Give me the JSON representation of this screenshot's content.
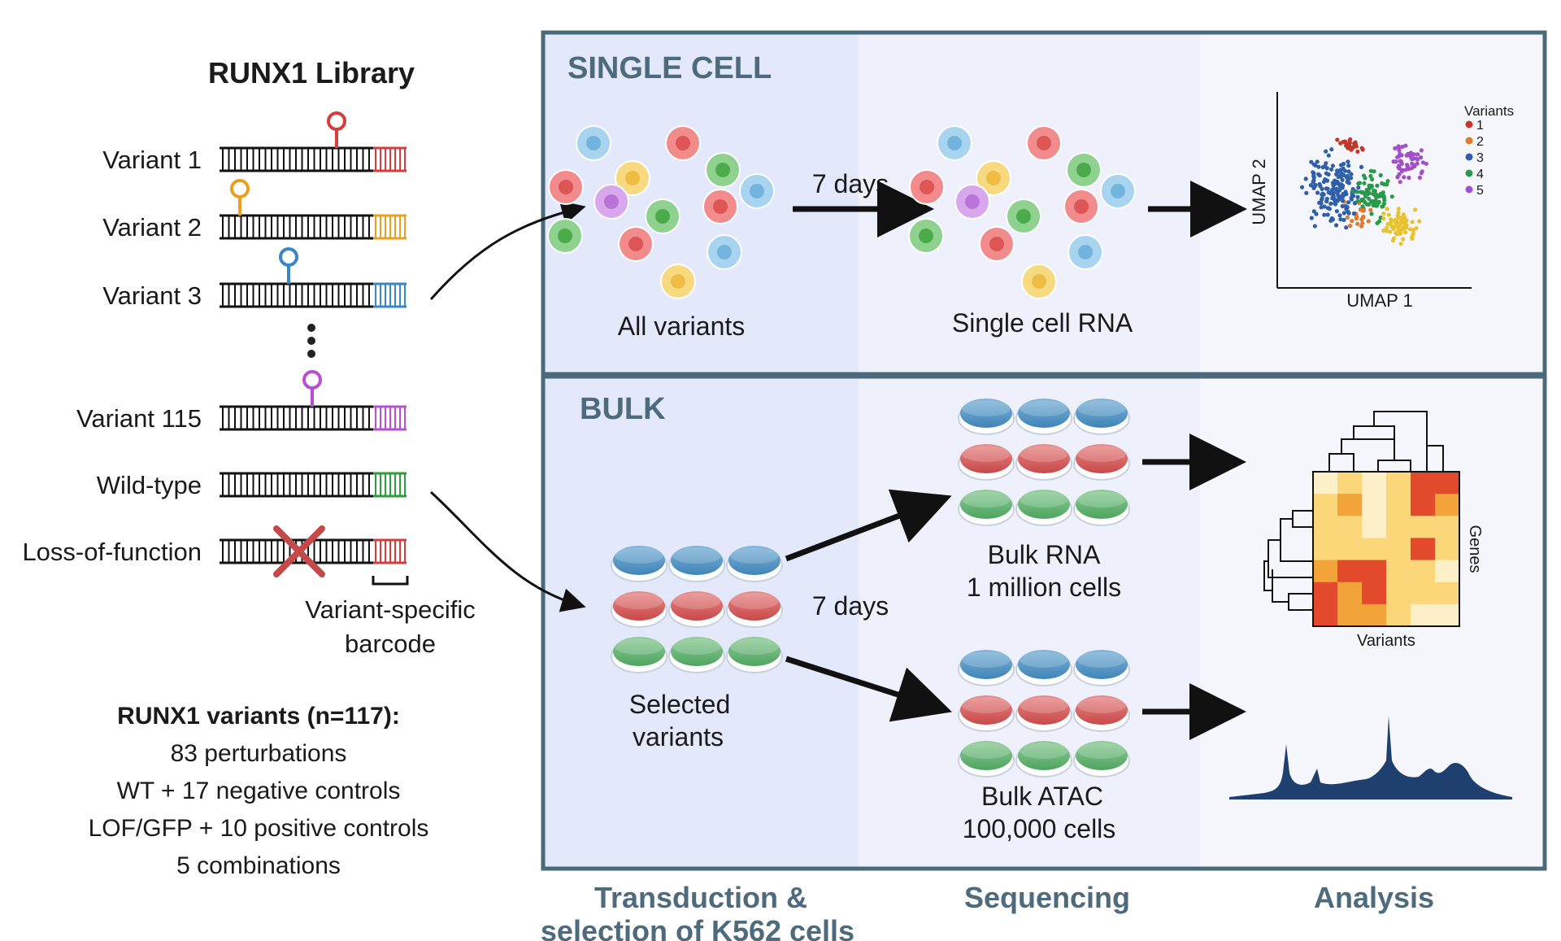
{
  "library": {
    "title": "RUNX1 Library",
    "variants": [
      {
        "label": "Variant 1",
        "color": "#d83c3c"
      },
      {
        "label": "Variant 2",
        "color": "#e8a020"
      },
      {
        "label": "Variant 3",
        "color": "#3a86c8"
      },
      {
        "label": "Variant 115",
        "color": "#b84fd0"
      },
      {
        "label": "Wild-type",
        "color": "#2e9e3c"
      },
      {
        "label": "Loss-of-function",
        "color": "#d83c3c"
      }
    ],
    "barcode_line1": "Variant-specific",
    "barcode_line2": "barcode",
    "summary_title": "RUNX1 variants (n=117):",
    "summary_lines": [
      "83 perturbations",
      "WT + 17 negative controls",
      "LOF/GFP + 10 positive controls",
      "5 combinations"
    ]
  },
  "single_cell": {
    "heading": "SINGLE CELL",
    "all_variants": "All variants",
    "days": "7 days",
    "scrna": "Single cell RNA",
    "umap_y": "UMAP 2",
    "umap_x": "UMAP 1",
    "legend_title": "Variants",
    "legend": [
      {
        "label": "1",
        "color": "#c0392b"
      },
      {
        "label": "2",
        "color": "#e07b2a"
      },
      {
        "label": "3",
        "color": "#2f5fa8"
      },
      {
        "label": "4",
        "color": "#2a9a4a"
      },
      {
        "label": "5",
        "color": "#a34fc8"
      }
    ]
  },
  "bulk": {
    "heading": "BULK",
    "selected_line1": "Selected",
    "selected_line2": "variants",
    "days": "7 days",
    "rna_line1": "Bulk RNA",
    "rna_line2": "1 million cells",
    "atac_line1": "Bulk ATAC",
    "atac_line2": "100,000 cells",
    "heatmap_x": "Variants",
    "heatmap_y": "Genes"
  },
  "columns": {
    "transduction_line1": "Transduction &",
    "transduction_line2": "selection of K562 cells",
    "sequencing": "Sequencing",
    "analysis": "Analysis"
  },
  "colors": {
    "frame": "#4a6a7c",
    "panel_left": "#e3e8fb",
    "panel_mid": "#eef1fc",
    "panel_right": "#f5f7fd",
    "heading": "#4e6b7e",
    "dish_blue": "#4a8fc0",
    "dish_red": "#d25555",
    "dish_green": "#5aae6a",
    "peak": "#1f3f6e"
  }
}
